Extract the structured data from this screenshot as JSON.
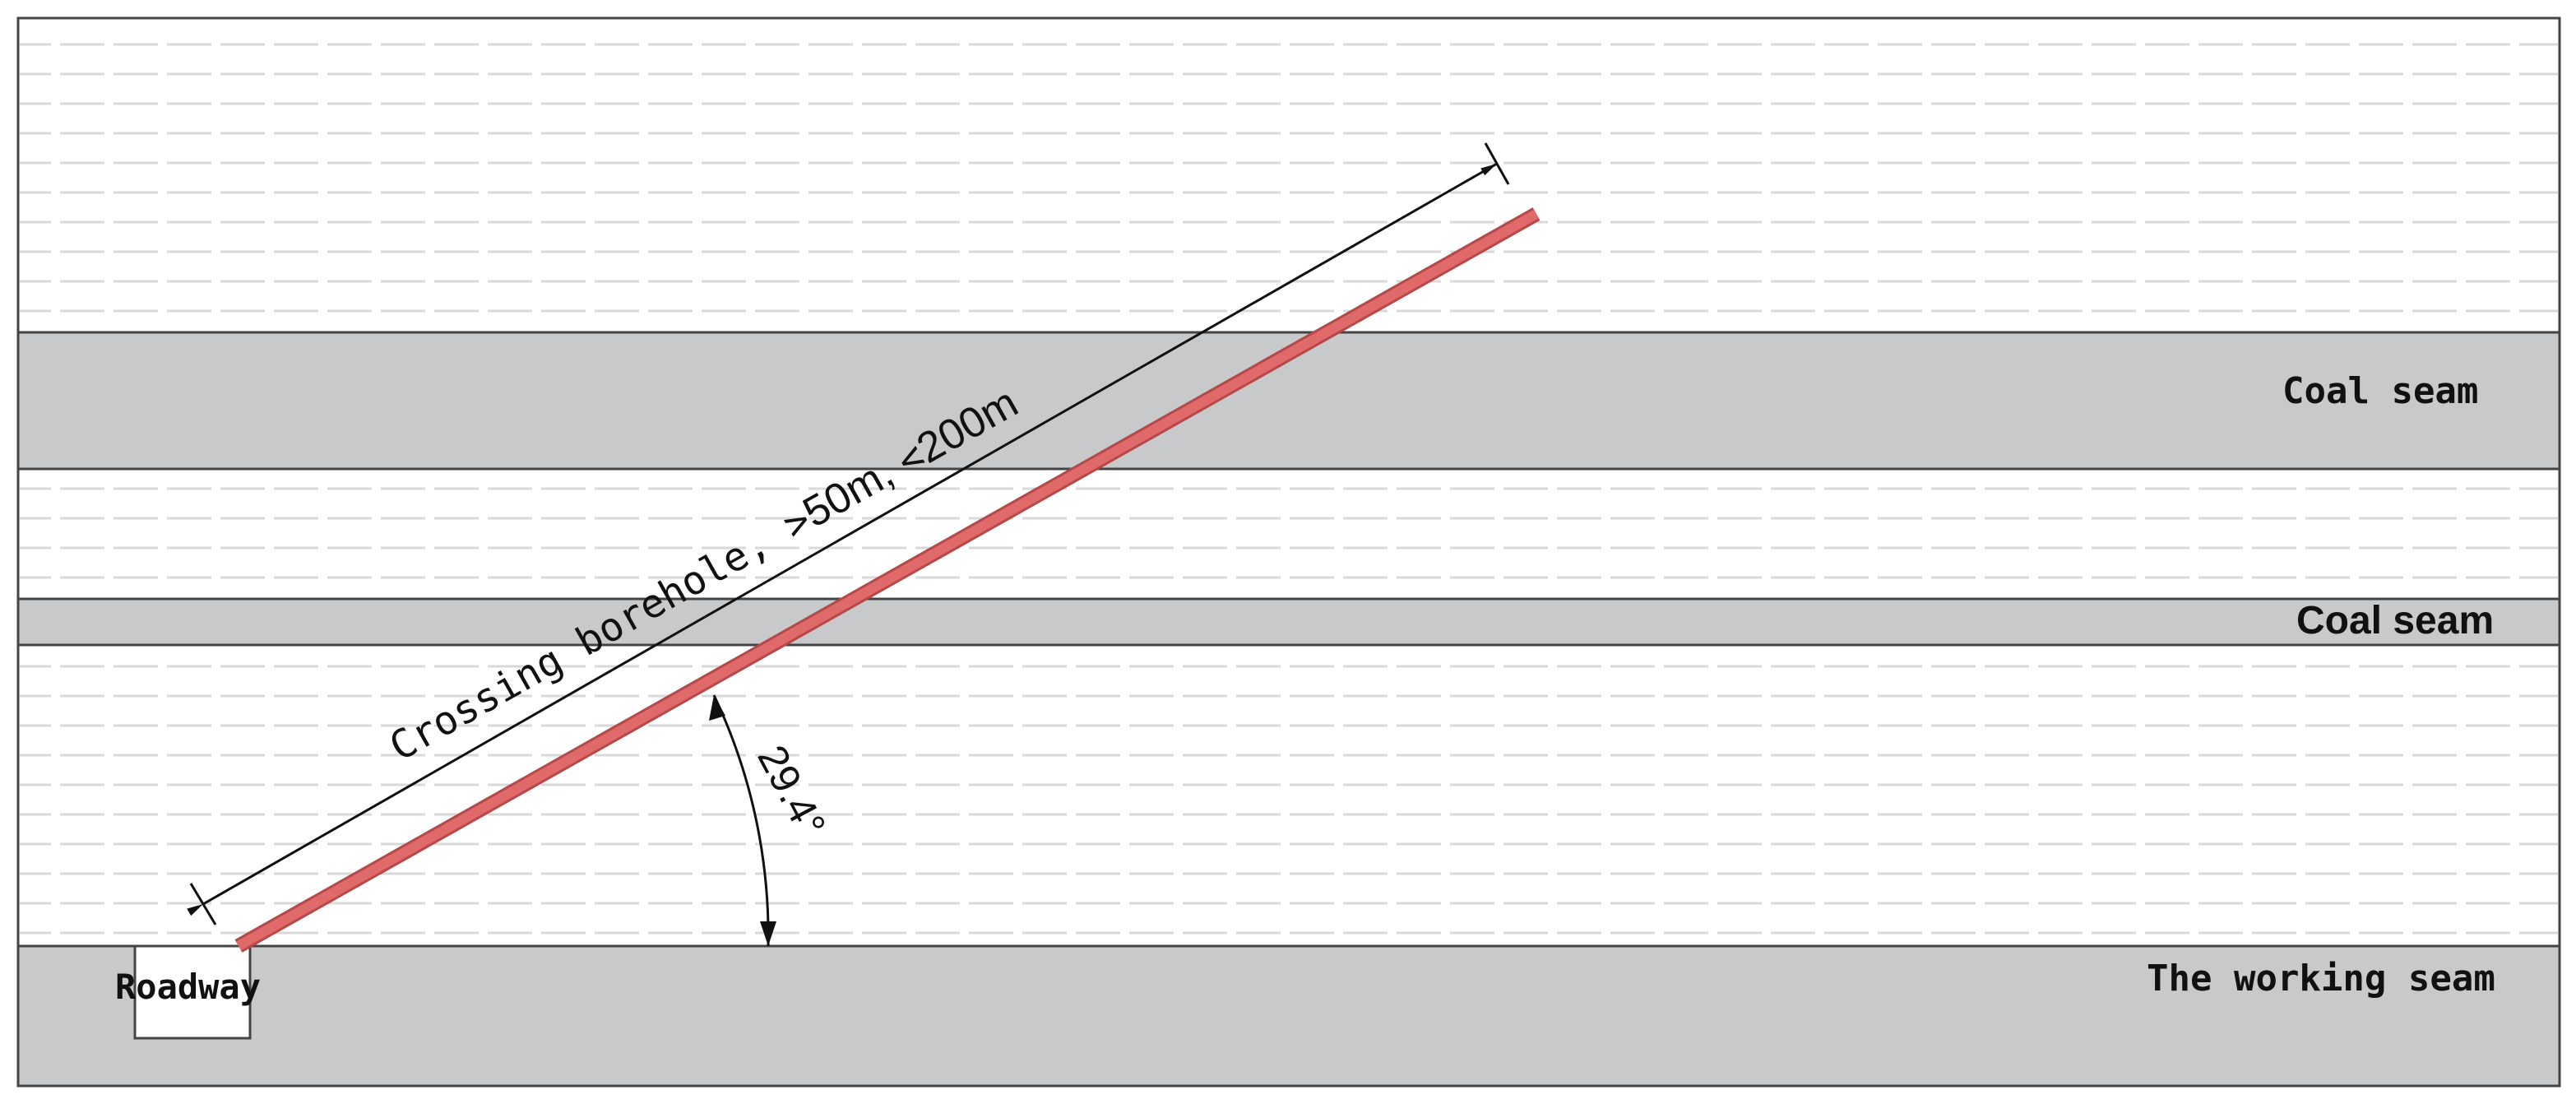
{
  "colors": {
    "seam_fill": "#c8c9cb",
    "rock_fill": "#ffffff",
    "rock_hatch": "#d6d6d6",
    "borehole": "#e06a6a",
    "borehole_edge": "#b54848",
    "outline": "#444444"
  },
  "layers": [
    {
      "name": "rock-top",
      "type": "rock"
    },
    {
      "name": "coal-seam-upper",
      "type": "coal",
      "label": "Coal seam"
    },
    {
      "name": "rock-middle",
      "type": "rock"
    },
    {
      "name": "coal-seam-thin",
      "type": "coal",
      "label": "Coal seam"
    },
    {
      "name": "rock-lower",
      "type": "rock"
    },
    {
      "name": "working-seam",
      "type": "coal",
      "label": "The working seam"
    }
  ],
  "roadway": {
    "label": "Roadway"
  },
  "borehole": {
    "label": "Crossing borehole, >50m, <200m",
    "label_parts": [
      "Crossing borehole, ",
      ">",
      "50m, ",
      "<",
      "200m"
    ]
  },
  "angle": {
    "label": "29.4°",
    "value_deg": 29.4
  }
}
